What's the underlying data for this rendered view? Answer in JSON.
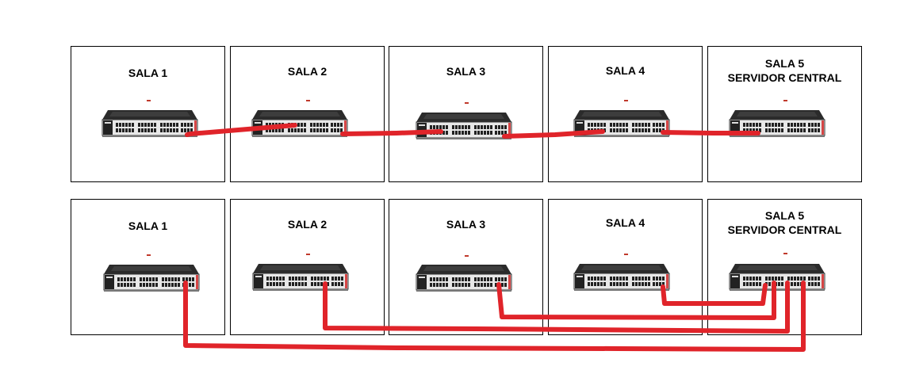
{
  "colors": {
    "cable": "#e0242a",
    "switch_body": "#2b2b2b",
    "switch_front": "#e8e8e8",
    "led": "#c0392b"
  },
  "rows": [
    {
      "id": "top",
      "topology": "daisy-chain",
      "rooms": [
        {
          "line1": "SALA 1",
          "line2": ""
        },
        {
          "line1": "SALA 2",
          "line2": ""
        },
        {
          "line1": "SALA 3",
          "line2": ""
        },
        {
          "line1": "SALA 4",
          "line2": ""
        },
        {
          "line1": "SALA 5",
          "line2": "SERVIDOR CENTRAL"
        }
      ]
    },
    {
      "id": "bottom",
      "topology": "star",
      "rooms": [
        {
          "line1": "SALA 1",
          "line2": ""
        },
        {
          "line1": "SALA 2",
          "line2": ""
        },
        {
          "line1": "SALA 3",
          "line2": ""
        },
        {
          "line1": "SALA 4",
          "line2": ""
        },
        {
          "line1": "SALA 5",
          "line2": "SERVIDOR CENTRAL"
        }
      ]
    }
  ],
  "connections": {
    "top": [
      [
        "SALA 1",
        "SALA 2"
      ],
      [
        "SALA 2",
        "SALA 3"
      ],
      [
        "SALA 3",
        "SALA 4"
      ],
      [
        "SALA 4",
        "SALA 5"
      ]
    ],
    "bottom": [
      [
        "SALA 1",
        "SALA 5"
      ],
      [
        "SALA 2",
        "SALA 5"
      ],
      [
        "SALA 3",
        "SALA 5"
      ],
      [
        "SALA 4",
        "SALA 5"
      ]
    ]
  }
}
